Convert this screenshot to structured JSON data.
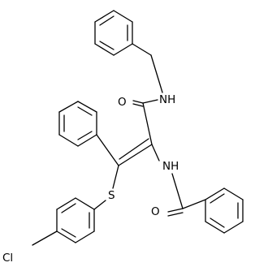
{
  "molecule": {
    "atom_labels": {
      "amide_nh": "NH",
      "amide_o": "O",
      "sulfur": "S",
      "benzamide_nh": "NH",
      "benzamide_o": "O",
      "chlorine": "Cl"
    },
    "colors": {
      "bond": "#000000",
      "text": "#000000",
      "background": "#ffffff"
    }
  }
}
